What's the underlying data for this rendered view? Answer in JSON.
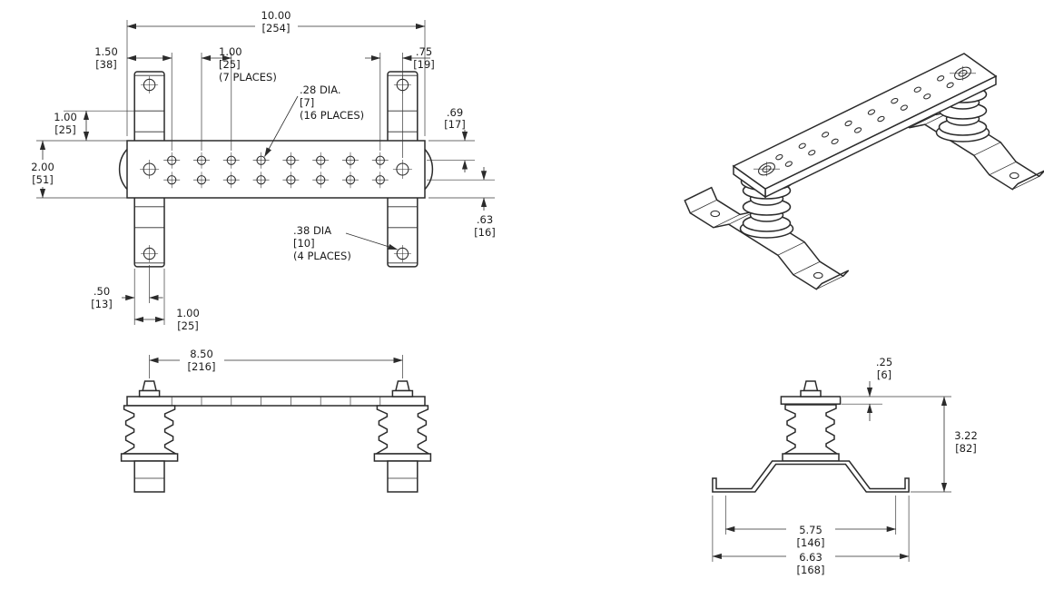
{
  "meta": {
    "background": "#ffffff",
    "line_color": "#2b2b2b"
  },
  "views": {
    "top": {
      "overall": {
        "in": "10.00",
        "mm": "[254]"
      },
      "edge_first": {
        "in": "1.50",
        "mm": "[38]"
      },
      "pitch": {
        "in": "1.00",
        "mm": "[25]",
        "note": "(7 PLACES)"
      },
      "end_hole": {
        "in": ".75",
        "mm": "[19]"
      },
      "small_hole": {
        "in": ".28 DIA.",
        "mm": "[7]",
        "note": "(16 PLACES)"
      },
      "bend": {
        "in": "1.00",
        "mm": "[25]"
      },
      "width": {
        "in": "2.00",
        "mm": "[51]"
      },
      "row_top": {
        "in": ".69",
        "mm": "[17]"
      },
      "row_bottom": {
        "in": ".63",
        "mm": "[16]"
      },
      "bracket_hole": {
        "in": ".38 DIA",
        "mm": "[10]",
        "note": "(4 PLACES)"
      },
      "tab_hole_edge": {
        "in": ".50",
        "mm": "[13]"
      },
      "tab_width": {
        "in": "1.00",
        "mm": "[25]"
      }
    },
    "front": {
      "span": {
        "in": "8.50",
        "mm": "[216]"
      }
    },
    "side": {
      "thickness": {
        "in": ".25",
        "mm": "[6]"
      },
      "height": {
        "in": "3.22",
        "mm": "[82]"
      },
      "holes": {
        "in": "5.75",
        "mm": "[146]"
      },
      "overall": {
        "in": "6.63",
        "mm": "[168]"
      }
    }
  }
}
